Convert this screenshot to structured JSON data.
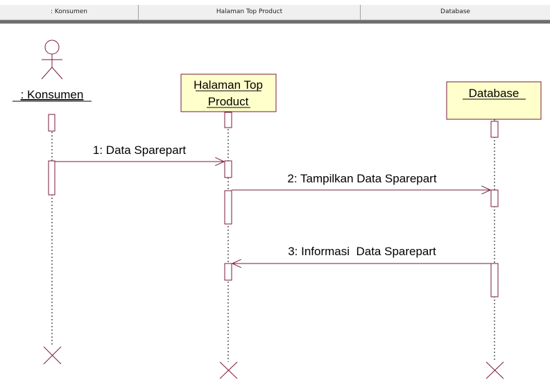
{
  "header": {
    "columns": [
      "Konsumen",
      "Halaman Top Product",
      "Database"
    ]
  },
  "diagram": {
    "actor": {
      "name": ": Konsumen"
    },
    "objects": [
      {
        "line1": "Halaman Top",
        "line2": "Product"
      },
      {
        "line1": "Database",
        "line2": ""
      }
    ],
    "messages": [
      "1: Data Sparepart",
      "2: Tampilkan Data Sparepart",
      "3: Informasi  Data Sparepart"
    ]
  },
  "colors": {
    "line": "#7a1a3a",
    "box_fill": "#ffffcc",
    "activation_fill": "#ffffff"
  }
}
